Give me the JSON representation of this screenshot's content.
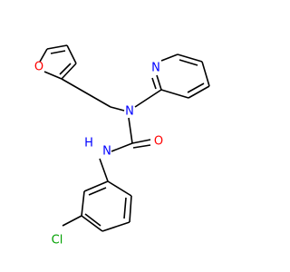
{
  "molecule": {
    "colors": {
      "bond": "#000000",
      "carbon": "#000000",
      "nitrogen": "#0000ff",
      "oxygen": "#ff0000",
      "chlorine": "#00a000"
    },
    "labels": {
      "furan_oxygen": "O",
      "pyridine_nitrogen": "N",
      "amide_nitrogen": "N",
      "carbonyl_oxygen": "O",
      "nh_nitrogen": "N",
      "nh_hydrogen": "H",
      "chlorine": "Cl"
    }
  }
}
